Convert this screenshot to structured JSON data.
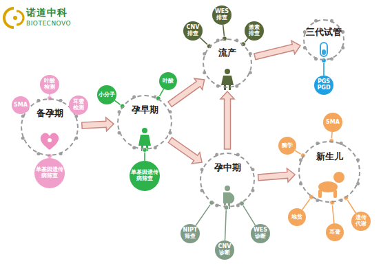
{
  "diagram": {
    "nodes": [
      {
        "text": [
          "备孕期"
        ]
      },
      {
        "text": [
          "SMA"
        ]
      },
      {
        "text": [
          "叶酸 检测"
        ]
      },
      {
        "text": [
          "耳聋 检测"
        ]
      },
      {
        "text": [
          "单基因遗传 病筛查"
        ]
      },
      {
        "text": [
          "孕早期"
        ]
      },
      {
        "text": [
          "小分子"
        ]
      },
      {
        "text": [
          "叶酸"
        ]
      },
      {
        "text": [
          "单基因遗传 病筛查"
        ]
      },
      {
        "text": [
          "流产"
        ]
      },
      {
        "text": [
          "CNV 排查"
        ]
      },
      {
        "text": [
          "WES 排查"
        ]
      },
      {
        "text": [
          "激素 排查"
        ]
      },
      {
        "text": [
          "三代试管"
        ]
      },
      {
        "text": [
          "PGS PGD"
        ]
      },
      {
        "text": [
          "孕中期"
        ]
      },
      {
        "text": [
          "NIPT 筛查"
        ]
      },
      {
        "text": [
          "CNV 诊断"
        ]
      },
      {
        "text": [
          "WES 诊断"
        ]
      },
      {
        "text": [
          "新生儿"
        ]
      },
      {
        "text": [
          "酶学"
        ]
      },
      {
        "text": [
          "SMA"
        ]
      },
      {
        "text": [
          "地贫"
        ]
      },
      {
        "text": [
          "耳聋"
        ]
      },
      {
        "text": [
          "遗传 代谢"
        ]
      }
    ],
    "edges": [
      {
        "from": 0,
        "to": 1,
        "arrow": "none"
      },
      {
        "from": 0,
        "to": 2,
        "arrow": "none"
      },
      {
        "from": 0,
        "to": 3,
        "arrow": "none"
      },
      {
        "from": 0,
        "to": 4,
        "arrow": "none"
      },
      {
        "from": 5,
        "to": 6,
        "arrow": "none"
      },
      {
        "from": 5,
        "to": 7,
        "arrow": "none"
      },
      {
        "from": 5,
        "to": 8,
        "arrow": "none"
      },
      {
        "from": 9,
        "to": 10,
        "arrow": "none"
      },
      {
        "from": 9,
        "to": 11,
        "arrow": "none"
      },
      {
        "from": 9,
        "to": 12,
        "arrow": "none"
      },
      {
        "from": 13,
        "to": 14,
        "arrow": "none"
      },
      {
        "from": 15,
        "to": 16,
        "arrow": "none"
      },
      {
        "from": 15,
        "to": 17,
        "arrow": "none"
      },
      {
        "from": 15,
        "to": 18,
        "arrow": "none"
      },
      {
        "from": 19,
        "to": 20,
        "arrow": "none"
      },
      {
        "from": 19,
        "to": 21,
        "arrow": "none"
      },
      {
        "from": 19,
        "to": 22,
        "arrow": "none"
      },
      {
        "from": 19,
        "to": 23,
        "arrow": "none"
      },
      {
        "from": 19,
        "to": 24,
        "arrow": "none"
      },
      {
        "from": 0,
        "to": 5,
        "arrow": "to"
      },
      {
        "from": 5,
        "to": 9,
        "arrow": "to"
      },
      {
        "from": 5,
        "to": 15,
        "arrow": "to"
      },
      {
        "from": 15,
        "to": 9,
        "arrow": "to"
      },
      {
        "from": 9,
        "to": 13,
        "arrow": "to"
      },
      {
        "from": 15,
        "to": 19,
        "arrow": "to"
      }
    ],
    "labels": [
      "诺道中科",
      "BIOTECNOVO"
    ]
  }
}
